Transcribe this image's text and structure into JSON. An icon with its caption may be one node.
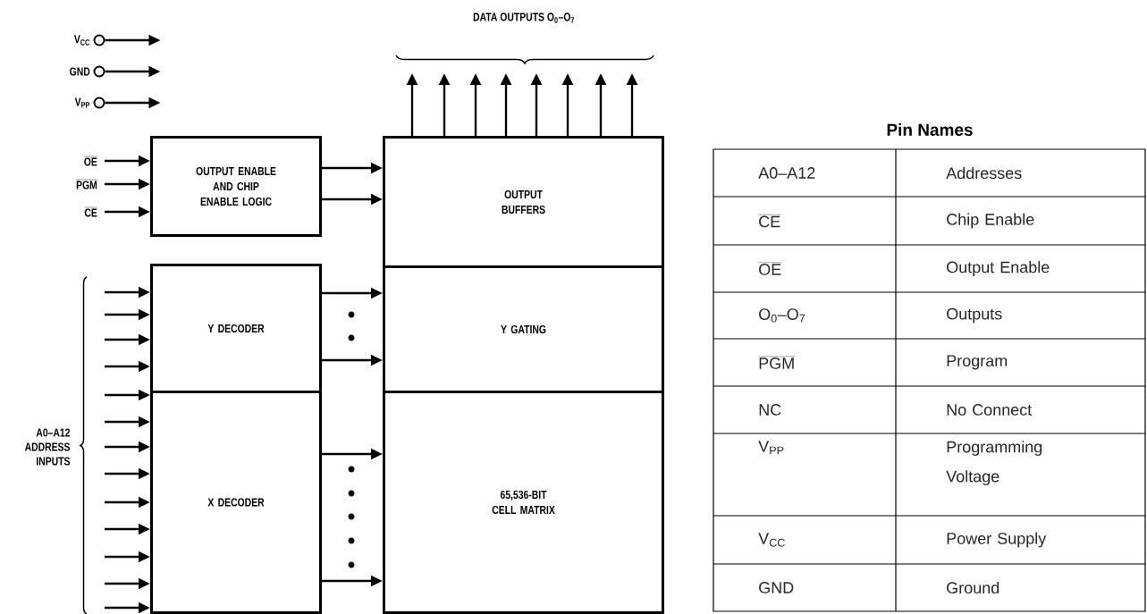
{
  "diagram": {
    "nodes": [
      {
        "text": [],
        "shape": "circle",
        "beside": [
          "V$_{CC}$"
        ]
      },
      {
        "text": [],
        "shape": "circle",
        "beside": [
          "GND"
        ]
      },
      {
        "text": [],
        "shape": "circle",
        "beside": [
          "V$_{PP}$"
        ]
      },
      {
        "text": [
          "OE"
        ]
      },
      {
        "text": [
          "PGM"
        ]
      },
      {
        "text": [
          "CE"
        ]
      },
      {
        "text": [
          "OUTPUT ENABLE AND CHIP ENABLE LOGIC"
        ]
      },
      {
        "text": [
          "OUTPUT BUFFERS"
        ]
      },
      {
        "text": [
          "Y GATING"
        ]
      },
      {
        "text": [
          "65,536-BIT CELL MATRIX"
        ]
      },
      {
        "text": [
          "Y DECODER"
        ]
      },
      {
        "text": [
          "X DECODER"
        ]
      }
    ],
    "edges": [
      {
        "from": 0,
        "to": null,
        "arrow": "to"
      },
      {
        "from": 1,
        "to": null,
        "arrow": "to"
      },
      {
        "from": 2,
        "to": null,
        "arrow": "to"
      },
      {
        "from": 3,
        "to": 6,
        "arrow": "to"
      },
      {
        "from": 4,
        "to": 6,
        "arrow": "to"
      },
      {
        "from": 5,
        "to": 6,
        "arrow": "to"
      },
      {
        "from": 6,
        "to": 7,
        "arrow": "to"
      },
      {
        "from": 6,
        "to": 7,
        "arrow": "to"
      },
      {
        "from": null,
        "to": 10,
        "arrow": "to"
      },
      {
        "from": null,
        "to": 10,
        "arrow": "to"
      },
      {
        "from": null,
        "to": 10,
        "arrow": "to"
      },
      {
        "from": null,
        "to": 10,
        "arrow": "to"
      },
      {
        "from": null,
        "to": 11,
        "arrow": "to"
      },
      {
        "from": null,
        "to": 11,
        "arrow": "to"
      },
      {
        "from": null,
        "to": 11,
        "arrow": "to"
      },
      {
        "from": null,
        "to": 11,
        "arrow": "to"
      },
      {
        "from": null,
        "to": 11,
        "arrow": "to"
      },
      {
        "from": null,
        "to": 11,
        "arrow": "to"
      },
      {
        "from": null,
        "to": 11,
        "arrow": "to"
      },
      {
        "from": null,
        "to": 11,
        "arrow": "to"
      },
      {
        "from": null,
        "to": 11,
        "arrow": "to"
      },
      {
        "from": 10,
        "to": 8,
        "arrow": "to"
      },
      {
        "from": 10,
        "to": 8,
        "arrow": "to"
      },
      {
        "from": 11,
        "to": 9,
        "arrow": "to"
      },
      {
        "from": 11,
        "to": 9,
        "arrow": "to"
      },
      {
        "from": 7,
        "to": null,
        "arrow": "to"
      },
      {
        "from": 7,
        "to": null,
        "arrow": "to"
      },
      {
        "from": 7,
        "to": null,
        "arrow": "to"
      },
      {
        "from": 7,
        "to": null,
        "arrow": "to"
      },
      {
        "from": 7,
        "to": null,
        "arrow": "to"
      },
      {
        "from": 7,
        "to": null,
        "arrow": "to"
      },
      {
        "from": 7,
        "to": null,
        "arrow": "to"
      },
      {
        "from": 7,
        "to": null,
        "arrow": "to"
      }
    ],
    "labels": [
      "DATA OUTPUTS O$_{0}$–O$_{7}$",
      "A0–A12 ADDRESS INPUTS",
      "Pin Names",
      "A0–A12",
      "Addresses",
      "CE",
      "Chip Enable",
      "OE",
      "Output Enable",
      "O$_{0}$–O$_{7}$",
      "Outputs",
      "PGM",
      "Program",
      "NC",
      "No Connect",
      "V$_{PP}$",
      "Programming Voltage",
      "V$_{CC}$",
      "Power Supply",
      "GND",
      "Ground"
    ]
  }
}
